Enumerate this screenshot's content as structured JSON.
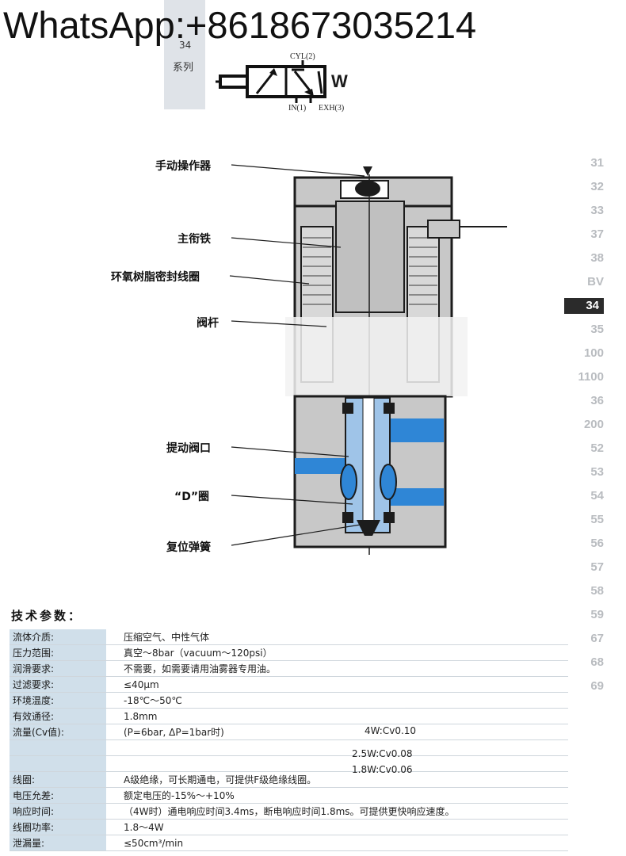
{
  "watermark": "WhatsApp:+8618673035214",
  "series": {
    "number": "34",
    "word": "系列"
  },
  "symbol": {
    "cyl": "CYL(2)",
    "in": "IN(1)",
    "exh": "EXH(3)",
    "spring_mark": "W"
  },
  "callouts": {
    "manual": "手动操作器",
    "plunger": "主衔铁",
    "coil": "环氧树脂密封线圈",
    "stem": "阀杆",
    "poppet": "提动阀口",
    "dring": "“D”圈",
    "spring": "复位弹簧"
  },
  "nav": [
    "31",
    "32",
    "33",
    "37",
    "38",
    "BV",
    "34",
    "35",
    "100",
    "1100",
    "36",
    "200",
    "52",
    "53",
    "54",
    "55",
    "56",
    "57",
    "58",
    "59",
    "67",
    "68",
    "69"
  ],
  "nav_active": "34",
  "spec_title": "技术参数：",
  "specs": [
    {
      "k": "流体介质:",
      "v": "压缩空气、中性气体"
    },
    {
      "k": "压力范围:",
      "v": "真空～8bar（vacuum～120psi）"
    },
    {
      "k": "润滑要求:",
      "v": "不需要，如需要请用油雾器专用油。"
    },
    {
      "k": "过滤要求:",
      "v": "≤40μm"
    },
    {
      "k": "环境温度:",
      "v": "-18℃～50℃"
    },
    {
      "k": "有效通径:",
      "v": "1.8mm"
    },
    {
      "k": "流量(Cv值):",
      "v": "(P=6bar, ΔP=1bar时)",
      "v2": "4W:Cv0.10"
    },
    {
      "k": "",
      "v": "",
      "v2": "2.5W:Cv0.08"
    },
    {
      "k": "",
      "v": "",
      "v2": "1.8W:Cv0.06"
    },
    {
      "k": "线圈:",
      "v": "A级绝缘，可长期通电，可提供F级绝缘线圈。"
    },
    {
      "k": "电压允差:",
      "v": "额定电压的-15%～+10%"
    },
    {
      "k": "响应时间:",
      "v": "（4W时）通电响应时间3.4ms，断电响应时间1.8ms。可提供更快响应速度。"
    },
    {
      "k": "线圈功率:",
      "v": "1.8～4W"
    },
    {
      "k": "泄漏量:",
      "v": "≤50cm³/min"
    }
  ],
  "colors": {
    "blue": "#2f86d6",
    "body_gray": "#c8c8c8",
    "dark": "#1c1c1c",
    "tab": "#dfe3e8",
    "key_bg": "#d0dfea"
  }
}
